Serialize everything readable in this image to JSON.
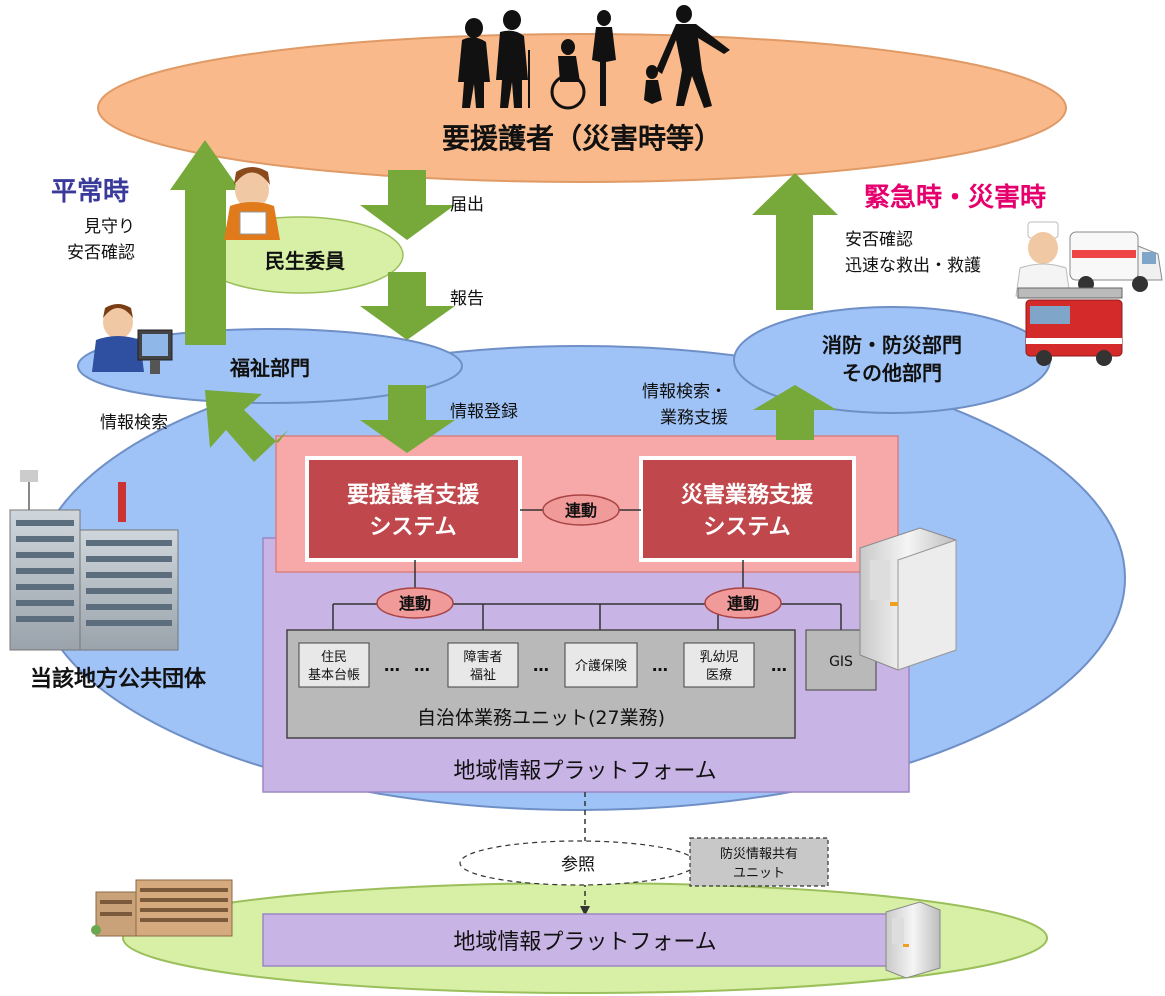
{
  "top_ellipse": {
    "label": "要援護者（災害時等）"
  },
  "normal": {
    "title": "平常時",
    "line1": "見守り",
    "line2": "安否確認"
  },
  "emergency": {
    "title": "緊急時・災害時",
    "line1": "安否確認",
    "line2": "迅速な救出・救護"
  },
  "minsei": {
    "label": "民生委員"
  },
  "welfare": {
    "label": "福祉部門"
  },
  "fire": {
    "line1": "消防・防災部門",
    "line2": "その他部門"
  },
  "flows": {
    "todokede": "届出",
    "houkoku": "報告",
    "touroku": "情報登録",
    "kensaku_left": "情報検索",
    "kensaku_right_1": "情報検索・",
    "kensaku_right_2": "業務支援"
  },
  "systems": {
    "left_1": "要援護者支援",
    "left_2": "システム",
    "right_1": "災害業務支援",
    "right_2": "システム",
    "link": "連動"
  },
  "units": {
    "link_left": "連動",
    "link_right": "連動",
    "u1_1": "住民",
    "u1_2": "基本台帳",
    "u2_1": "障害者",
    "u2_2": "福祉",
    "u3": "介護保険",
    "u4_1": "乳幼児",
    "u4_2": "医療",
    "gis": "GIS",
    "dots": "…",
    "group_label": "自治体業務ユニット(27業務)"
  },
  "municipality": {
    "label": "当該地方公共団体"
  },
  "platform": {
    "label": "地域情報プラットフォーム"
  },
  "reference": {
    "label": "参照"
  },
  "bousai_unit": {
    "line1": "防災情報共有",
    "line2": "ユニット"
  },
  "bottom_platform": {
    "label": "地域情報プラットフォーム"
  },
  "colors": {
    "top_ellipse": "#f9b98a",
    "blue": "#9fc3f6",
    "green_arrow": "#77a93a",
    "green_ellipse": "#d7f0a6",
    "pink_panel": "#f7a8a8",
    "system_box": "#c0474c",
    "purple": "#c9b4e6",
    "normal_title": "#3a3a9a",
    "emergency_title": "#e5006e"
  },
  "icons": [
    "people-silhouette-icon",
    "volunteer-person-icon",
    "office-worker-icon",
    "doctor-icon",
    "ambulance-icon",
    "fire-truck-icon",
    "government-building-icon",
    "server-icon",
    "small-building-icon",
    "small-server-icon"
  ]
}
